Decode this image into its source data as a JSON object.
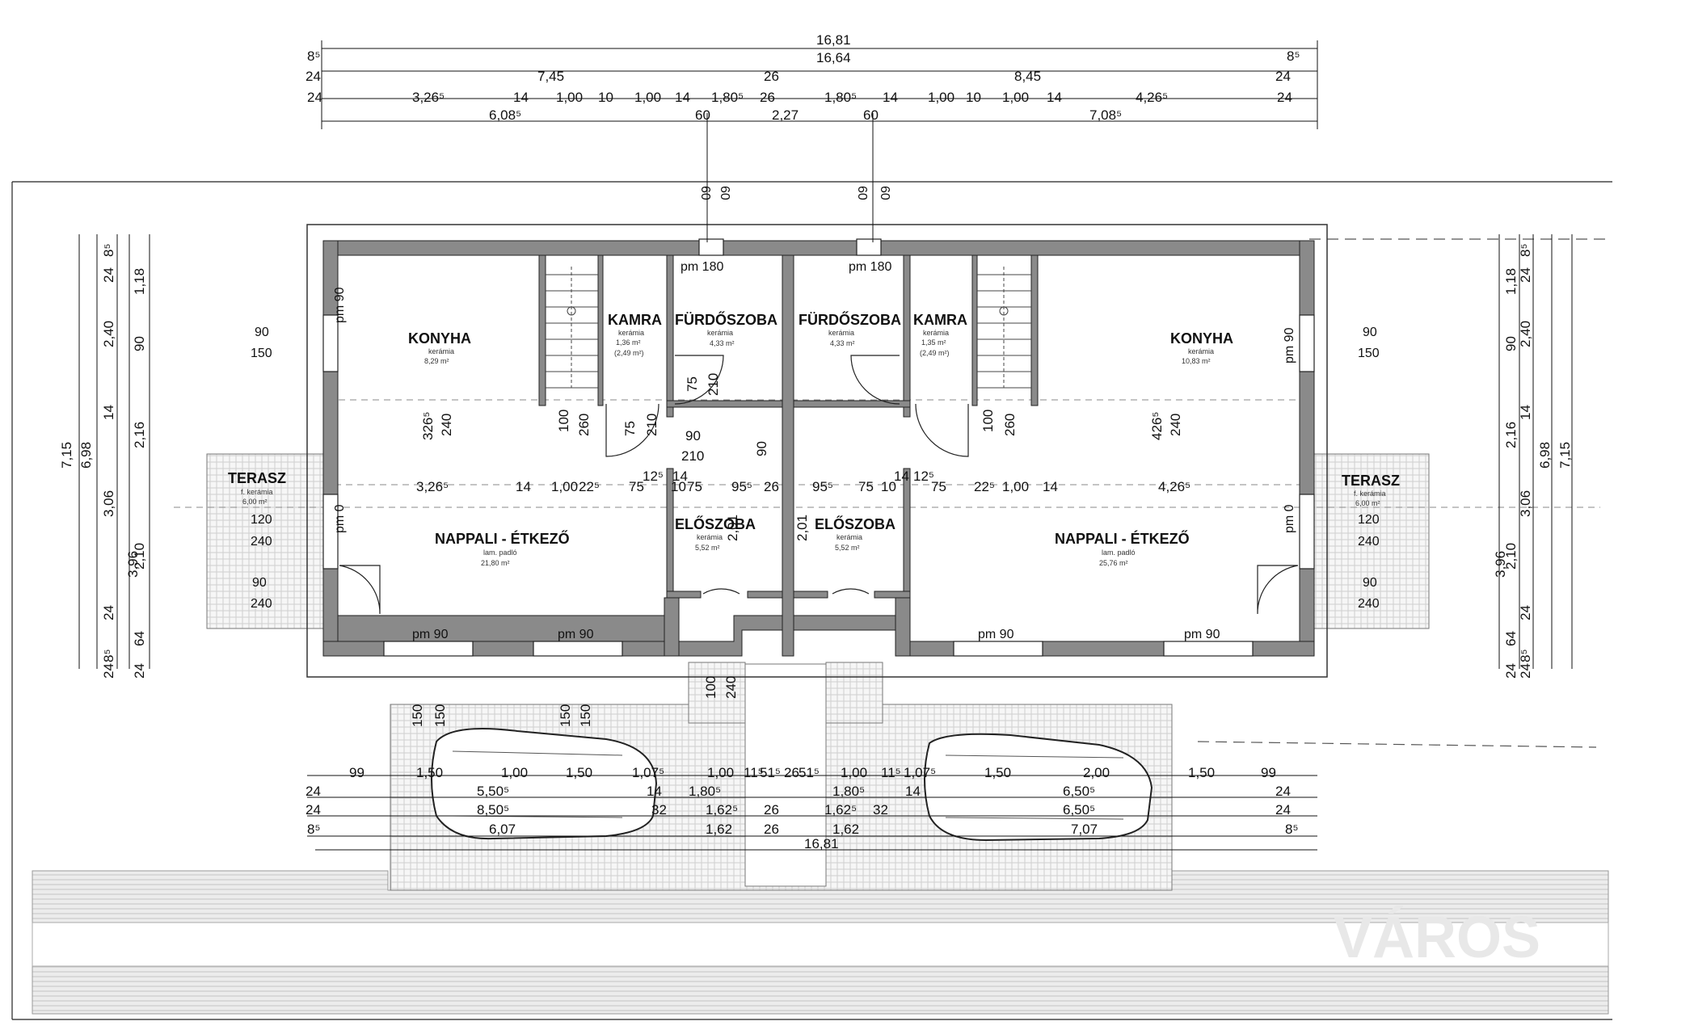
{
  "dimensions": {
    "top": {
      "row1": {
        "total": "16,81",
        "left": "8⁵",
        "right": "8⁵"
      },
      "row2": {
        "total": "16,64",
        "left": "24",
        "a": "7,45",
        "mid": "26",
        "b": "8,45",
        "right": "24"
      },
      "row3": {
        "v": [
          "24",
          "3,26⁵",
          "14",
          "1,00",
          "10",
          "1,00",
          "14",
          "1,80⁵",
          "26",
          "1,80⁵",
          "14",
          "1,00",
          "10",
          "1,00",
          "14",
          "4,26⁵",
          "24"
        ]
      },
      "row4": {
        "a": "6,08⁵",
        "b": "60",
        "c": "2,27",
        "d": "60",
        "e": "7,08⁵"
      }
    },
    "bottom": {
      "row1": {
        "v": [
          "99",
          "1,50",
          "1,00",
          "1,50",
          "1,07⁵",
          "1,00",
          "11⁵",
          "51⁵",
          "26",
          "51⁵",
          "1,00",
          "11⁵",
          "1,07⁵",
          "1,50",
          "2,00",
          "1,50",
          "99"
        ]
      },
      "row2": {
        "v": [
          "24",
          "5,50⁵",
          "14",
          "1,80⁵",
          "1,80⁵",
          "14",
          "6,50⁵",
          "24"
        ]
      },
      "row3": {
        "v": [
          "24",
          "8,50⁵",
          "32",
          "1,62⁵",
          "26",
          "1,62⁵",
          "32",
          "6,50⁵",
          "24"
        ]
      },
      "row4": {
        "v": [
          "8⁵",
          "6,07",
          "1,62",
          "26",
          "1,62",
          "7,07",
          "8⁵"
        ]
      },
      "total": "16,81"
    },
    "left": {
      "outer": [
        "7,15",
        "6,98"
      ],
      "col3": [
        "3,96"
      ],
      "col4": [
        "8⁵",
        "24",
        "2,40",
        "14",
        "3,06",
        "24",
        "8⁵",
        "24"
      ],
      "col5": [
        "1,18",
        "90",
        "2,16",
        "2,10",
        "64",
        "24"
      ]
    },
    "right": {
      "outer": [
        "7,15",
        "6,98"
      ],
      "col3": [
        "3,96"
      ],
      "col4": [
        "8⁵",
        "24",
        "2,40",
        "14",
        "3,06",
        "24",
        "8⁵",
        "24"
      ],
      "col5": [
        "1,18",
        "90",
        "2,16",
        "2,10",
        "64",
        "24"
      ]
    }
  },
  "rooms": {
    "konyha_l": {
      "name": "KONYHA",
      "finish": "kerámia",
      "area": "8,29 m²"
    },
    "kamra_l": {
      "name": "KAMRA",
      "finish": "kerámia",
      "area": "1,36 m²",
      "area2": "(2,49 m²)"
    },
    "furdo_l": {
      "name": "FÜRDŐSZOBA",
      "finish": "kerámia",
      "area": "4,33 m²"
    },
    "furdo_r": {
      "name": "FÜRDŐSZOBA",
      "finish": "kerámia",
      "area": "4,33 m²"
    },
    "kamra_r": {
      "name": "KAMRA",
      "finish": "kerámia",
      "area": "1,35 m²",
      "area2": "(2,49 m²)"
    },
    "konyha_r": {
      "name": "KONYHA",
      "finish": "kerámia",
      "area": "10,83 m²"
    },
    "nappali_l": {
      "name": "NAPPALI - ÉTKEZŐ",
      "finish": "lam. padló",
      "area": "21,80 m²"
    },
    "eloszoba_l": {
      "name": "ELŐSZOBA",
      "finish": "kerámia",
      "area": "5,52 m²"
    },
    "eloszoba_r": {
      "name": "ELŐSZOBA",
      "finish": "kerámia",
      "area": "5,52 m²"
    },
    "nappali_r": {
      "name": "NAPPALI - ÉTKEZŐ",
      "finish": "lam. padló",
      "area": "25,76 m²"
    },
    "terasz_l": {
      "name": "TERASZ",
      "finish": "f. kerámia",
      "area": "6,00 m²"
    },
    "terasz_r": {
      "name": "TERASZ",
      "finish": "f. kerámia",
      "area": "6,00 m²"
    }
  },
  "windows": {
    "pm180": "pm 180",
    "pm90": "pm 90",
    "pm0": "pm 0",
    "w90": "90",
    "w150": "150",
    "w120": "120",
    "w240": "240",
    "w60": "60"
  },
  "inner": {
    "left": {
      "h326": "326⁵",
      "v240": "240",
      "v100": "100",
      "v260": "260",
      "d75": "75",
      "d210": "210",
      "d90": "90",
      "d75b": "75",
      "d210b": "210",
      "r326": "3,26⁵",
      "r14": "14",
      "r100": "1,00",
      "r22": "22⁵",
      "r75": "75",
      "r12": "12⁵",
      "r14b": "14",
      "r10": "10",
      "r75b": "75",
      "r95": "95⁵",
      "r26": "26",
      "h201": "2,01",
      "v100b": "100",
      "v240b": "240",
      "v150": "150",
      "v150b": "150"
    },
    "right": {
      "h426": "426⁵",
      "v240": "240",
      "v100": "100",
      "v260": "260",
      "r95": "95⁵",
      "r75": "75",
      "r10": "10",
      "r14": "14",
      "r12": "12⁵",
      "r75b": "75",
      "r22": "22⁵",
      "r100": "1,00",
      "r14b": "14",
      "r426": "4,26⁵",
      "h201": "2,01"
    }
  },
  "watermark": "VÁROS"
}
